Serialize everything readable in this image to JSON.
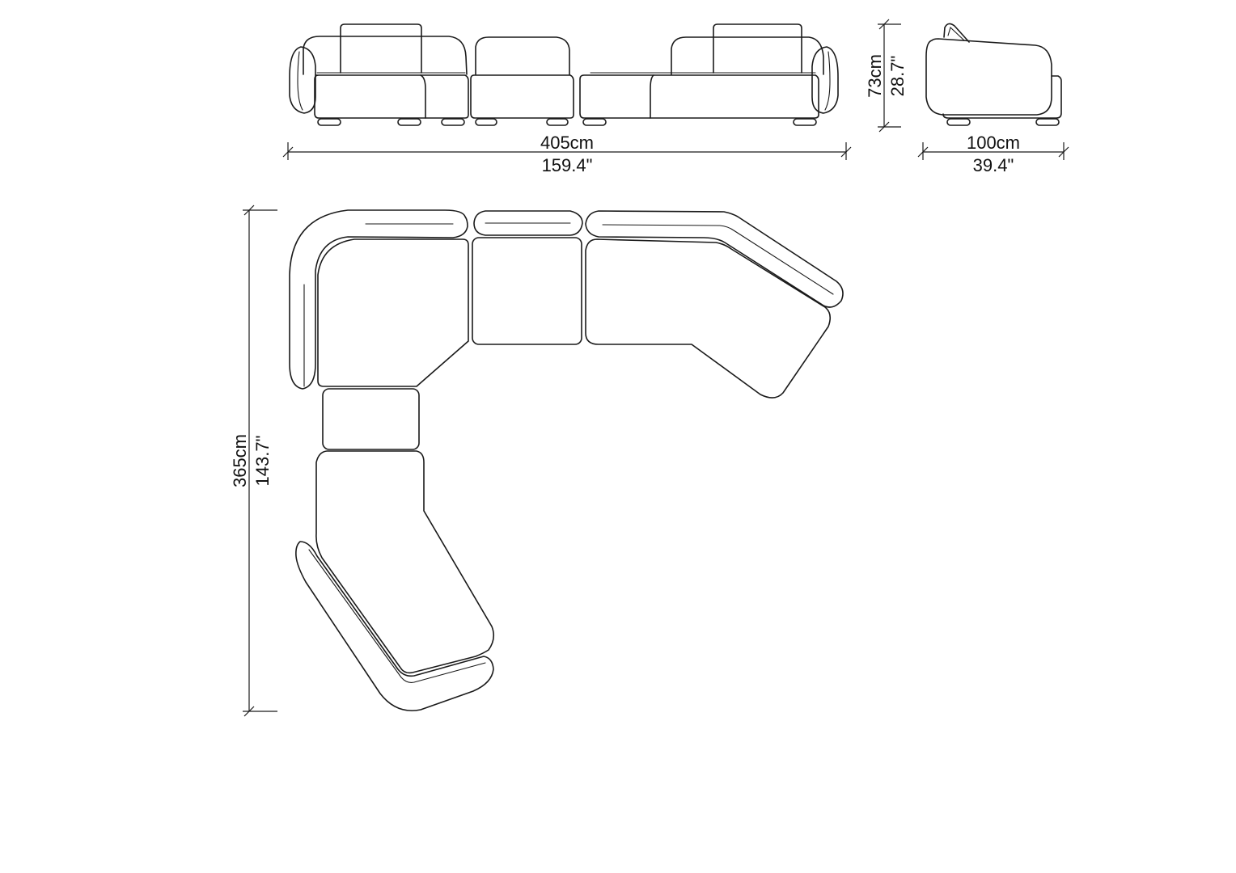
{
  "dimensions": {
    "front_width_cm": "405cm",
    "front_width_in": "159.4\"",
    "height_cm": "73cm",
    "height_in": "28.7\"",
    "depth_cm": "100cm",
    "depth_in": "39.4\"",
    "plan_length_cm": "365cm",
    "plan_length_in": "143.7\""
  }
}
